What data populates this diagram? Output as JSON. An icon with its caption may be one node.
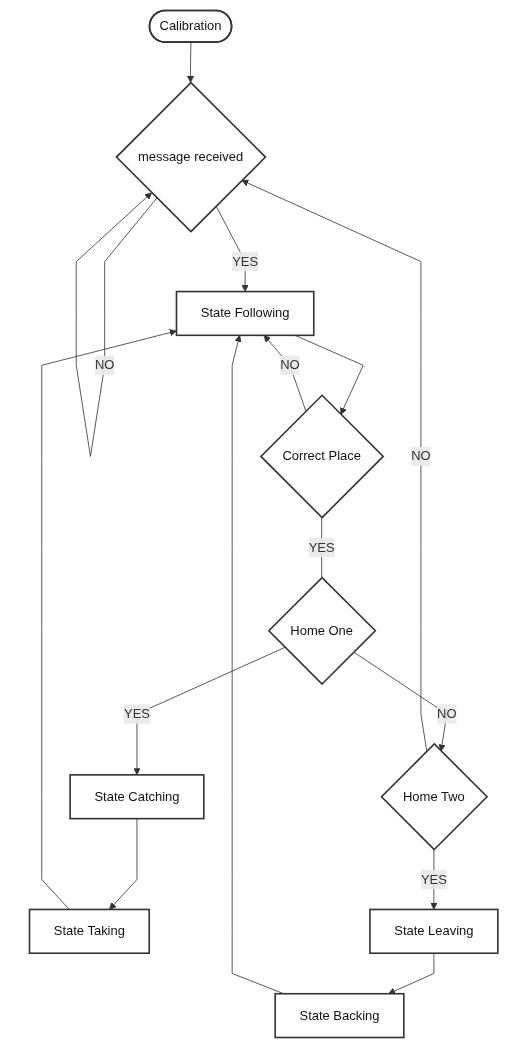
{
  "diagram": {
    "nodes": [
      {
        "text": [
          "Calibration"
        ]
      },
      {
        "text": [
          "message received"
        ]
      },
      {
        "text": [
          "State Following"
        ]
      },
      {
        "text": [
          "Correct Place"
        ]
      },
      {
        "text": [
          "Home One"
        ]
      },
      {
        "text": [
          "Home Two"
        ]
      },
      {
        "text": [
          "State Catching"
        ]
      },
      {
        "text": [
          "State Taking"
        ]
      },
      {
        "text": [
          "State Leaving"
        ]
      },
      {
        "text": [
          "State Backing"
        ]
      }
    ],
    "edges": [
      {
        "from": 0,
        "to": 1,
        "arrow": "to"
      },
      {
        "from": 1,
        "to": 1,
        "arrow": "to",
        "label": "NO"
      },
      {
        "from": 1,
        "to": 2,
        "arrow": "to",
        "label": "YES"
      },
      {
        "from": 2,
        "to": 3,
        "arrow": "to"
      },
      {
        "from": 3,
        "to": 2,
        "arrow": "to",
        "label": "NO"
      },
      {
        "from": 3,
        "to": 4,
        "arrow": "none",
        "label": "YES"
      },
      {
        "from": 4,
        "to": 6,
        "arrow": "to",
        "label": "YES"
      },
      {
        "from": 4,
        "to": 5,
        "arrow": "to",
        "label": "NO"
      },
      {
        "from": 5,
        "to": 1,
        "arrow": "to",
        "label": "NO"
      },
      {
        "from": 5,
        "to": 8,
        "arrow": "to",
        "label": "YES"
      },
      {
        "from": 6,
        "to": 7,
        "arrow": "to"
      },
      {
        "from": 8,
        "to": 9,
        "arrow": "to"
      },
      {
        "from": 7,
        "to": 2,
        "arrow": "to"
      },
      {
        "from": 9,
        "to": 2,
        "arrow": "to"
      }
    ]
  }
}
